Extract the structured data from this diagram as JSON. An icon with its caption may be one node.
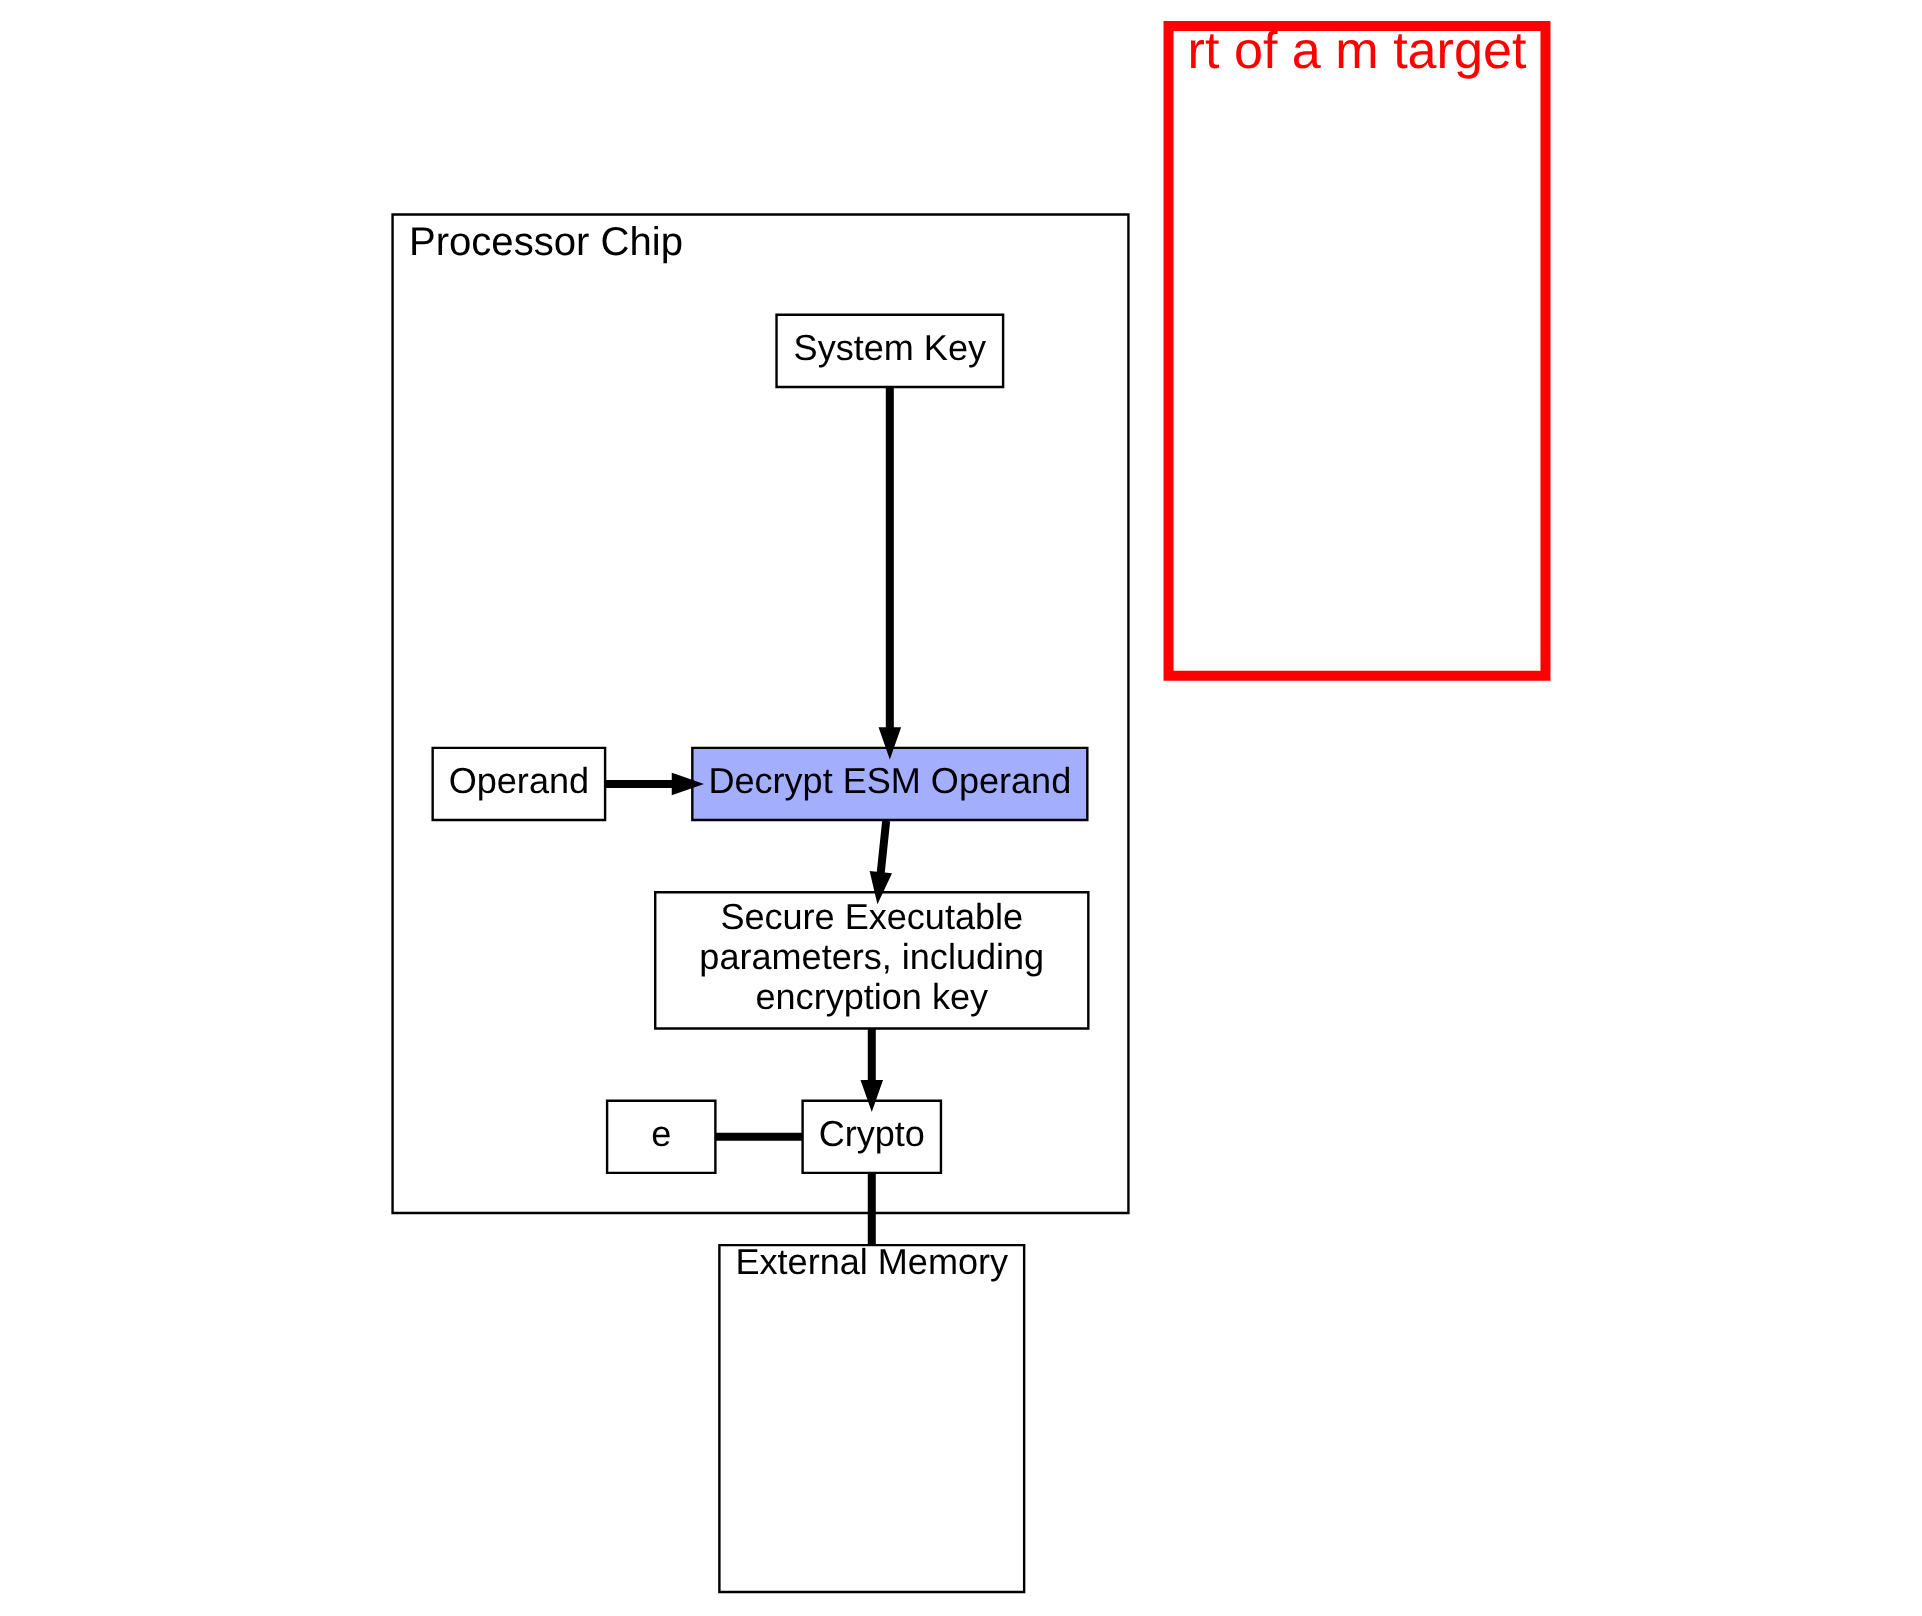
{
  "diagram": {
    "nodes": [
      {
        "text": [
          "Processor Chip"
        ]
      },
      {
        "text": [
          "System Key"
        ],
        "in": 0
      },
      {
        "text": [
          "Operand"
        ],
        "in": 0
      },
      {
        "text": [
          "Decrypt ESM Operand"
        ],
        "in": 0
      },
      {
        "text": [
          "Secure Executable parameters, including encryption key"
        ],
        "in": 0
      },
      {
        "text": [
          "e"
        ],
        "in": 0
      },
      {
        "text": [
          "Crypto"
        ],
        "in": 0
      },
      {
        "text": [
          "External Memory"
        ]
      },
      {
        "text": [
          "rt of a m target"
        ]
      }
    ],
    "edges": [
      {
        "from": 1,
        "to": 3,
        "arrow": "to"
      },
      {
        "from": 2,
        "to": 3,
        "arrow": "to"
      },
      {
        "from": 3,
        "to": 4,
        "arrow": "to"
      },
      {
        "from": 4,
        "to": 6,
        "arrow": "to"
      },
      {
        "from": 5,
        "to": 6,
        "arrow": "none"
      },
      {
        "from": 6,
        "to": 7,
        "arrow": "none"
      }
    ]
  }
}
